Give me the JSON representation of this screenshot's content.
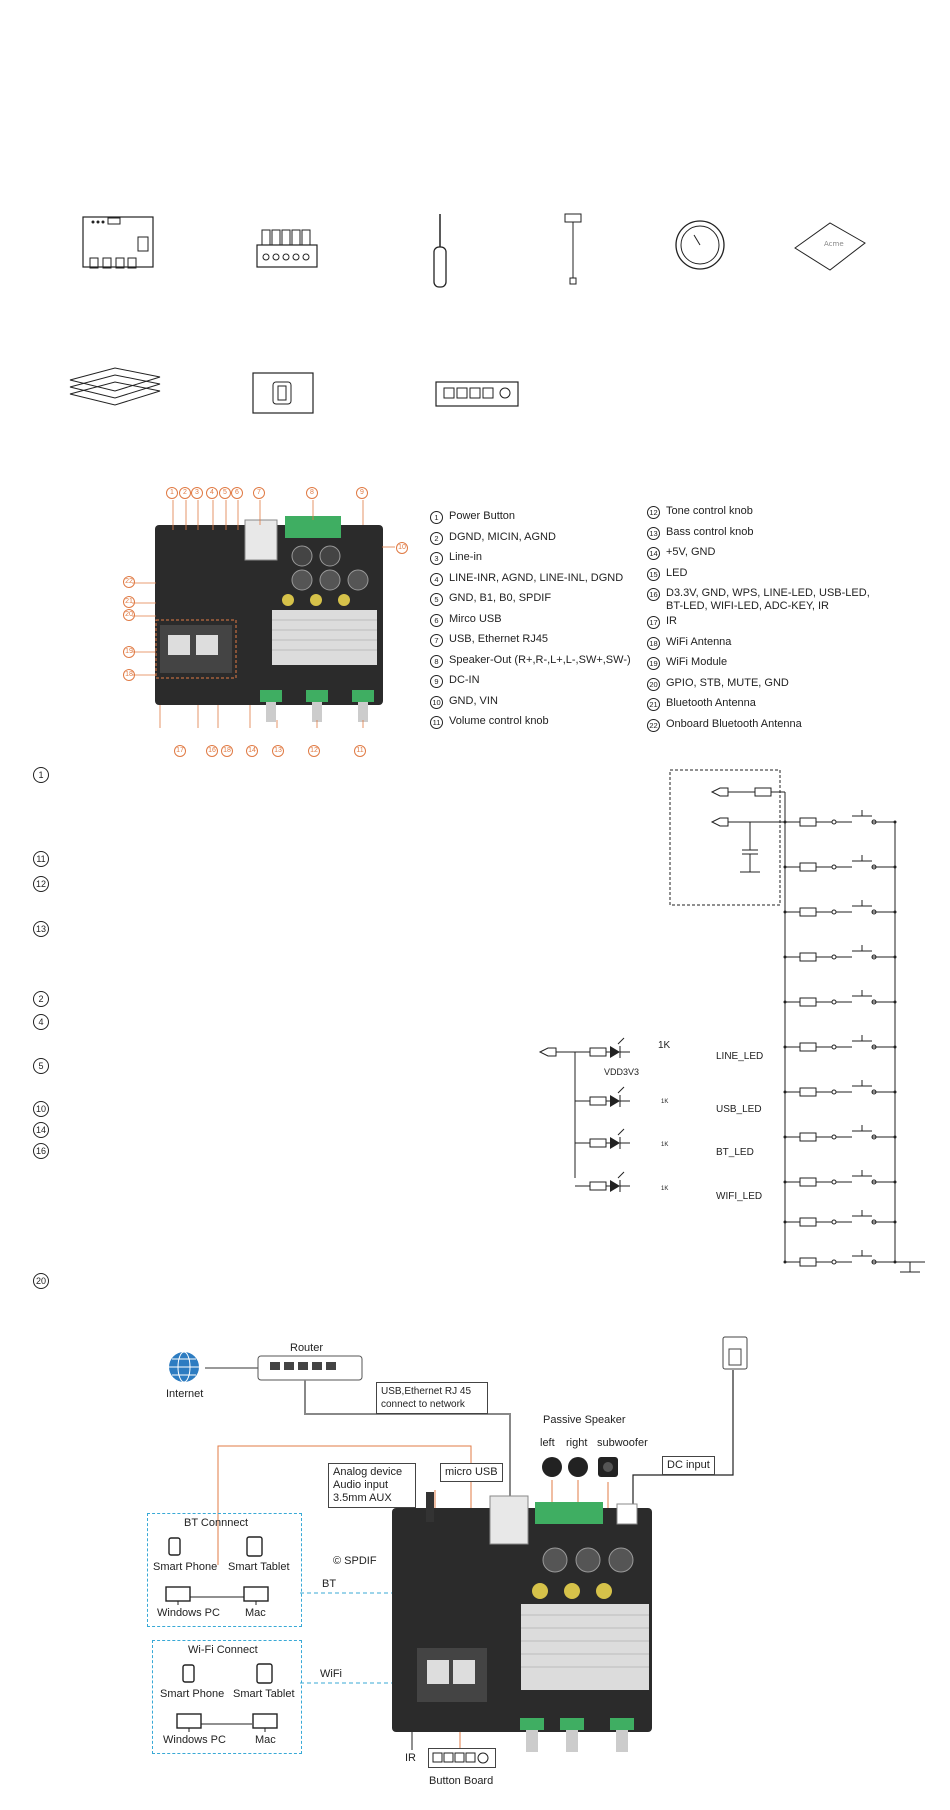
{
  "legend_left": [
    {
      "n": "1",
      "text": "Power Button"
    },
    {
      "n": "2",
      "text": "DGND, MICIN, AGND"
    },
    {
      "n": "3",
      "text": "Line-in"
    },
    {
      "n": "4",
      "text": "LINE-INR, AGND, LINE-INL, DGND"
    },
    {
      "n": "5",
      "text": "GND, B1, B0, SPDIF"
    },
    {
      "n": "6",
      "text": "Mirco USB"
    },
    {
      "n": "7",
      "text": "USB, Ethernet RJ45"
    },
    {
      "n": "8",
      "text": "Speaker-Out (R+,R-,L+,L-,SW+,SW-)"
    },
    {
      "n": "9",
      "text": "DC-IN"
    },
    {
      "n": "10",
      "text": "GND, VIN"
    },
    {
      "n": "11",
      "text": "Volume control knob"
    }
  ],
  "legend_right": [
    {
      "n": "12",
      "text": "Tone control knob"
    },
    {
      "n": "13",
      "text": "Bass control knob"
    },
    {
      "n": "14",
      "text": "+5V, GND"
    },
    {
      "n": "15",
      "text": "LED"
    },
    {
      "n": "16",
      "text": "D3.3V, GND, WPS, LINE-LED, USB-LED, BT-LED, WIFI-LED, ADC-KEY, IR"
    },
    {
      "n": "17",
      "text": "IR"
    },
    {
      "n": "18",
      "text": "WiFi Antenna"
    },
    {
      "n": "19",
      "text": "WiFi Module"
    },
    {
      "n": "20",
      "text": "GPIO, STB, MUTE, GND"
    },
    {
      "n": "21",
      "text": "Bluetooth Antenna"
    },
    {
      "n": "22",
      "text": "Onboard Bluetooth Antenna"
    }
  ],
  "board_callouts_top": [
    "1",
    "2",
    "3",
    "4",
    "5",
    "6",
    "7",
    "8",
    "9"
  ],
  "board_callouts_bottom": [
    "17",
    "16",
    "18",
    "14",
    "13",
    "12",
    "11"
  ],
  "board_callouts_side": [
    "22",
    "21",
    "20",
    "19",
    "18",
    "10"
  ],
  "list_numbers": [
    "1",
    "11",
    "12",
    "13",
    "2",
    "4",
    "5",
    "10",
    "14",
    "16",
    "20"
  ],
  "schematic": {
    "vdd": "VDD3V3",
    "r1": "1K",
    "r_small": "1K",
    "leds": [
      "LINE_LED",
      "USB_LED",
      "BT_LED",
      "WIFI_LED"
    ]
  },
  "connection": {
    "router": "Router",
    "internet": "Internet",
    "usb_note": "USB,Ethernet RJ 45\nconnect to network",
    "passive_speaker": "Passive Speaker",
    "left": "left",
    "right": "right",
    "subwoofer": "subwoofer",
    "dc_input": "DC input",
    "analog": "Analog device\nAudio input\n3.5mm AUX",
    "micro_usb": "micro USB",
    "spdif": "SPDIF",
    "bt_connect": "BT Connnect",
    "wifi_connect": "Wi-Fi Connect",
    "smart_phone": "Smart Phone",
    "smart_tablet": "Smart Tablet",
    "windows_pc": "Windows PC",
    "mac": "Mac",
    "bt": "BT",
    "wifi": "WiFi",
    "ir": "IR",
    "button_board": "Button Board"
  },
  "colors": {
    "orange": "#e07b45",
    "board": "#2b2b2b",
    "green": "#3fae62",
    "blue_dash": "#38a9d6"
  }
}
